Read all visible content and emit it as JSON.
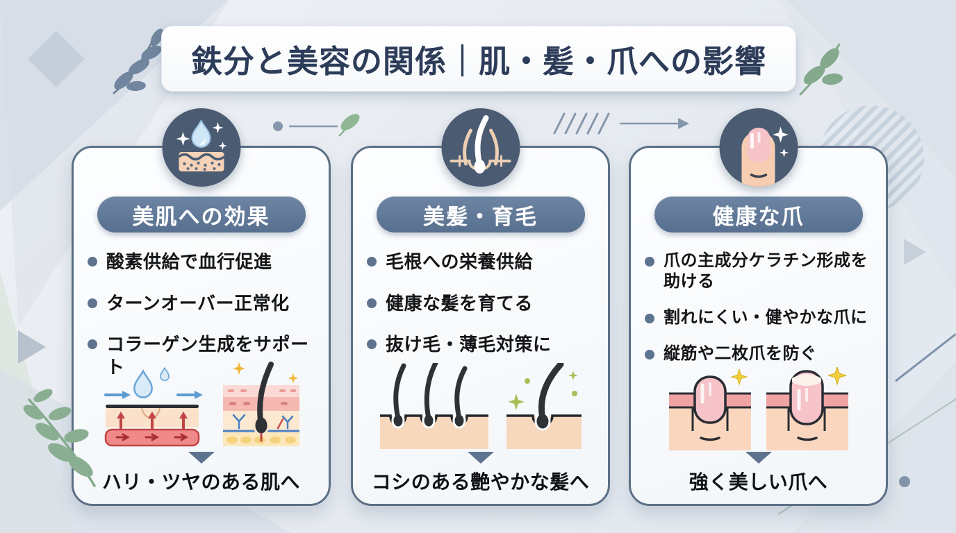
{
  "title": "鉄分と美容の関係｜肌・髪・爪への影響",
  "columns": [
    {
      "id": "skin",
      "icon": "skin-moisture-icon",
      "header": "美肌への効果",
      "bullets": [
        "酸素供給で血行促進",
        "ターンオーバー正常化",
        "コラーゲン生成をサポート"
      ],
      "result": "ハリ・ツヤのある肌へ"
    },
    {
      "id": "hair",
      "icon": "hair-follicle-icon",
      "header": "美髪・育毛",
      "bullets": [
        "毛根への栄養供給",
        "健康な髪を育てる",
        "抜け毛・薄毛対策に"
      ],
      "result": "コシのある艶やかな髪へ"
    },
    {
      "id": "nail",
      "icon": "shiny-nail-icon",
      "header": "健康な爪",
      "bullets": [
        "爪の主成分ケラチン形成を助ける",
        "割れにくい・健やかな爪に",
        "縦筋や二枚爪を防ぐ"
      ],
      "result": "強く美しい爪へ"
    }
  ],
  "icons": [
    "skin-moisture-icon",
    "hair-follicle-icon",
    "shiny-nail-icon",
    "down-arrow-icon",
    "leaf-icon",
    "arrow-icon"
  ],
  "colors": {
    "accent_slate": "#5d7390",
    "circle_bg": "#4a5b72",
    "title_color": "#2c3c59",
    "card_border": "#5b7085",
    "text_color": "#141517",
    "leaf_green": "#84a98c",
    "leaf_blue": "#71869e",
    "skin_peach": "#f7d7bd",
    "nail_pink": "#f6c3c9",
    "vessel_red": "#e06c6c",
    "water_blue": "#5b9bd1",
    "sparkle_yellow": "#f0b63a",
    "sparkle_green": "#a5bf55"
  }
}
